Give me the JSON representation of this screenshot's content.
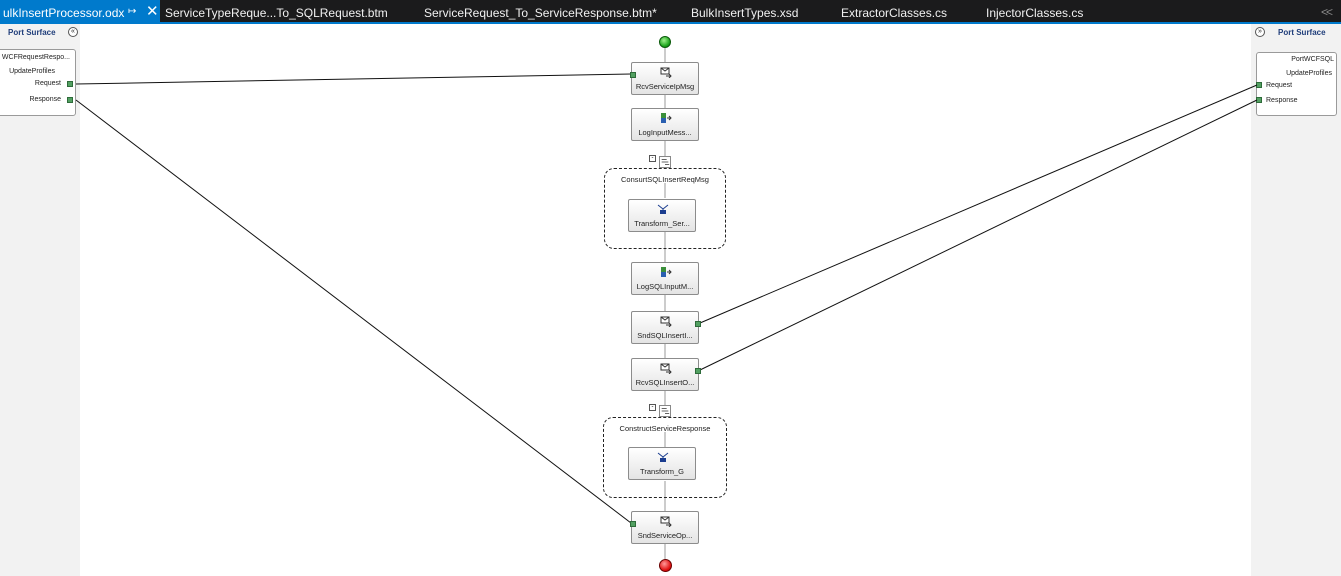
{
  "tabs": [
    {
      "label": "ulkInsertProcessor.odx",
      "active": true
    },
    {
      "label": "ServiceTypeReque...To_SQLRequest.btm"
    },
    {
      "label": "ServiceRequest_To_ServiceResponse.btm*"
    },
    {
      "label": "BulkInsertTypes.xsd"
    },
    {
      "label": "ExtractorClasses.cs"
    },
    {
      "label": "InjectorClasses.cs"
    }
  ],
  "tab_pin_icon": "pin-icon",
  "tab_close_icon": "close-icon",
  "overflow": "<<",
  "port_surface": {
    "title": "Port Surface"
  },
  "left_port": {
    "name": "WCFRequestRespo...",
    "operation": "UpdateProfiles",
    "request": "Request",
    "response": "Response"
  },
  "right_port": {
    "name": "PortWCFSQL",
    "operation": "UpdateProfiles",
    "request": "Request",
    "response": "Response"
  },
  "shapes": {
    "receive_request": "RcvServiceIpMsg",
    "log_input": "LogInputMess...",
    "construct_sql": "ConsurtSQLInsertReqMsg",
    "transform_service": "Transform_Ser...",
    "log_sql": "LogSQLInputM...",
    "send_sql": "SndSQLInsertI...",
    "receive_sql": "RcvSQLInsertO...",
    "construct_response": "ConstructServiceResponse",
    "transform_g": "Transform_G",
    "send_response": "SndServiceOp..."
  },
  "colors": {
    "active_tab": "#007acc",
    "tab_bar": "#1b1b1c",
    "start": "#1aa31a",
    "end": "#e01010",
    "port_connector": "#52a061"
  }
}
